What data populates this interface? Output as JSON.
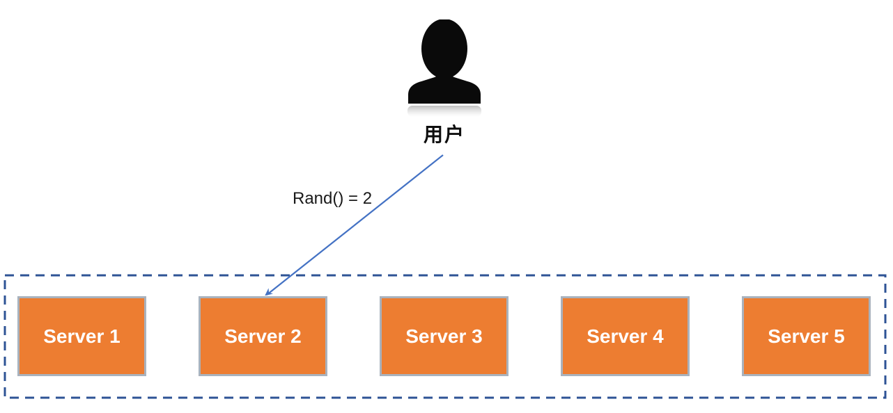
{
  "user": {
    "label": "用户",
    "icon": "user-silhouette-icon"
  },
  "arrow": {
    "label": "Rand() = 2",
    "from": "user",
    "to": "Server 2"
  },
  "servers": [
    {
      "label": "Server 1"
    },
    {
      "label": "Server 2"
    },
    {
      "label": "Server 3"
    },
    {
      "label": "Server 4"
    },
    {
      "label": "Server 5"
    }
  ],
  "colors": {
    "server_fill": "#ED7D31",
    "server_border": "#A9B2BD",
    "server_text": "#FFFFFF",
    "boundary": "#2E5395",
    "arrow": "#4472C4",
    "icon": "#0A0A0A"
  }
}
